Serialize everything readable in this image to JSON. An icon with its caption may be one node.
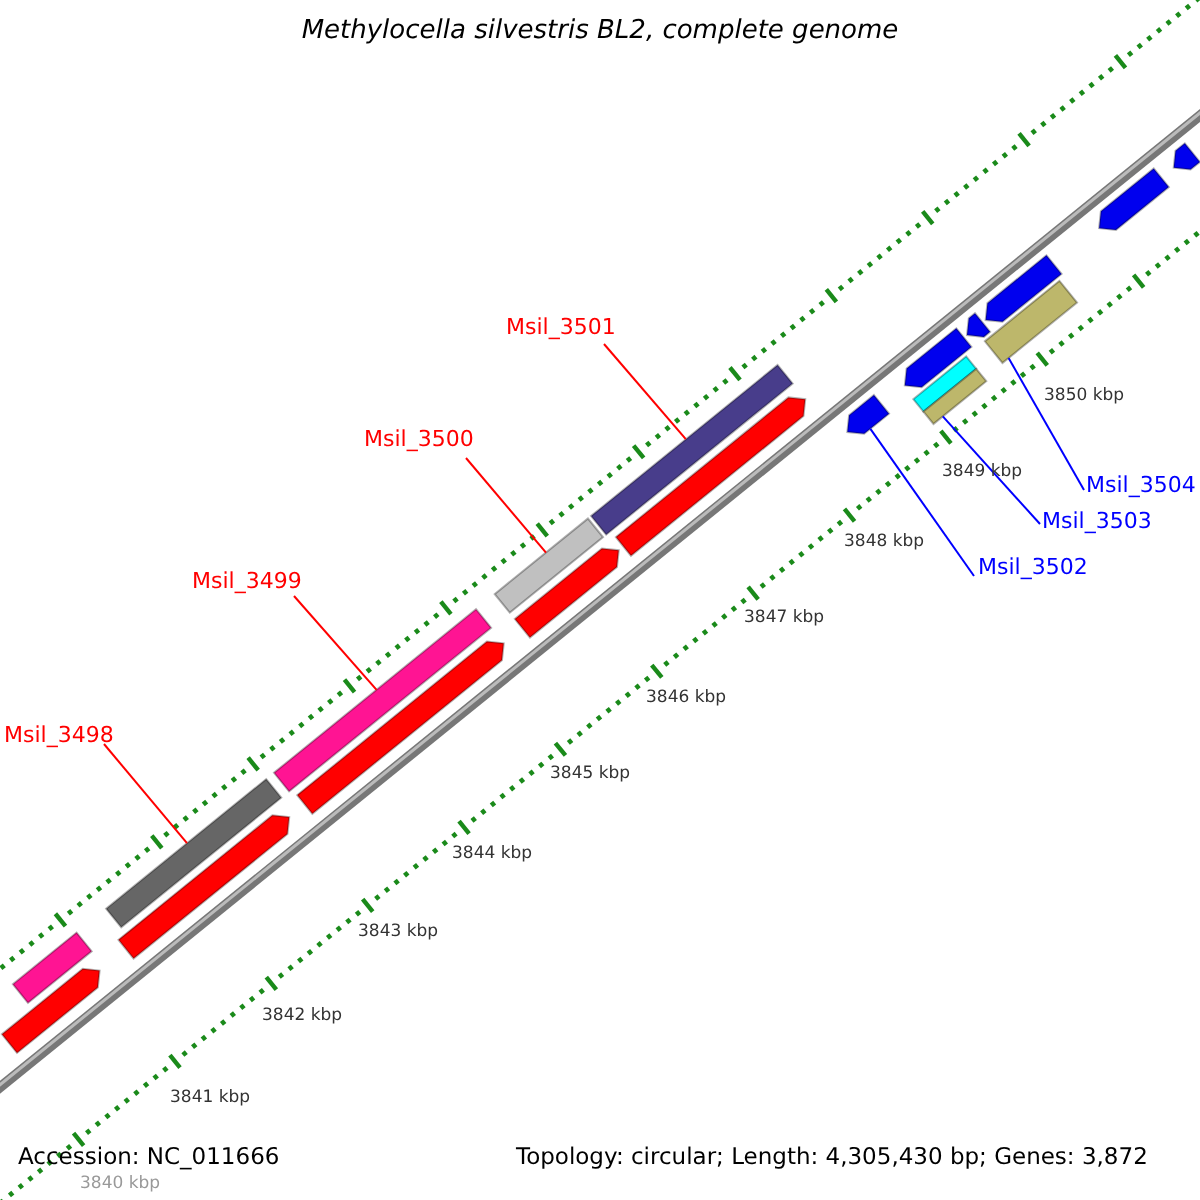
{
  "diagram": {
    "title": "Methylocella silvestris BL2, complete genome",
    "nodes": [
      {
        "text": [
          "Msil_3501"
        ]
      },
      {
        "text": [
          "Msil_3500"
        ]
      },
      {
        "text": [
          "Msil_3504"
        ]
      },
      {
        "text": [
          "Msil_3503"
        ]
      },
      {
        "text": [
          "Msil_3502"
        ]
      },
      {
        "text": [
          "Msil_3499"
        ]
      },
      {
        "text": [
          "Msil_3498"
        ]
      },
      {
        "text": [],
        "shape": "bar"
      },
      {
        "text": [],
        "shape": "bar"
      },
      {
        "text": [],
        "shape": "bar"
      },
      {
        "text": [],
        "shape": "bar"
      },
      {
        "text": [],
        "shape": "bar"
      },
      {
        "text": [],
        "shape": "bar"
      },
      {
        "text": [],
        "shape": "bar"
      },
      {
        "text": [],
        "shape": "bar"
      },
      {
        "text": [],
        "shape": "bar"
      },
      {
        "text": [],
        "shape": "bar"
      },
      {
        "text": [],
        "shape": "bar"
      },
      {
        "text": [],
        "shape": "bar"
      },
      {
        "text": [],
        "shape": "bar"
      },
      {
        "text": [],
        "shape": "bar"
      },
      {
        "text": [],
        "shape": "bar"
      },
      {
        "text": [],
        "shape": "bar"
      },
      {
        "text": [],
        "shape": "bar"
      },
      {
        "text": [],
        "shape": "bar"
      },
      {
        "text": [],
        "shape": "bar"
      }
    ],
    "edges": [
      {
        "from": 0,
        "to": 15,
        "arrow": "none"
      },
      {
        "from": 1,
        "to": 14,
        "arrow": "none"
      },
      {
        "from": 2,
        "to": 22,
        "arrow": "none",
        "color": "#0000ff"
      },
      {
        "from": 3,
        "to": 19,
        "arrow": "none",
        "color": "#0000ff"
      },
      {
        "from": 4,
        "to": 17,
        "arrow": "none",
        "color": "#0000ff"
      },
      {
        "from": 5,
        "to": 11,
        "arrow": "none"
      },
      {
        "from": 6,
        "to": 10,
        "arrow": "none"
      }
    ],
    "labels": [
      "3850 kbp",
      "3849 kbp",
      "3848 kbp",
      "3847 kbp",
      "3846 kbp",
      "3845 kbp",
      "3844 kbp",
      "3843 kbp",
      "3842 kbp",
      "3841 kbp",
      "Accession: NC_011666",
      "Topology: circular; Length: 4,305,430 bp; Genes: 3,872",
      "3840 kbp"
    ]
  }
}
